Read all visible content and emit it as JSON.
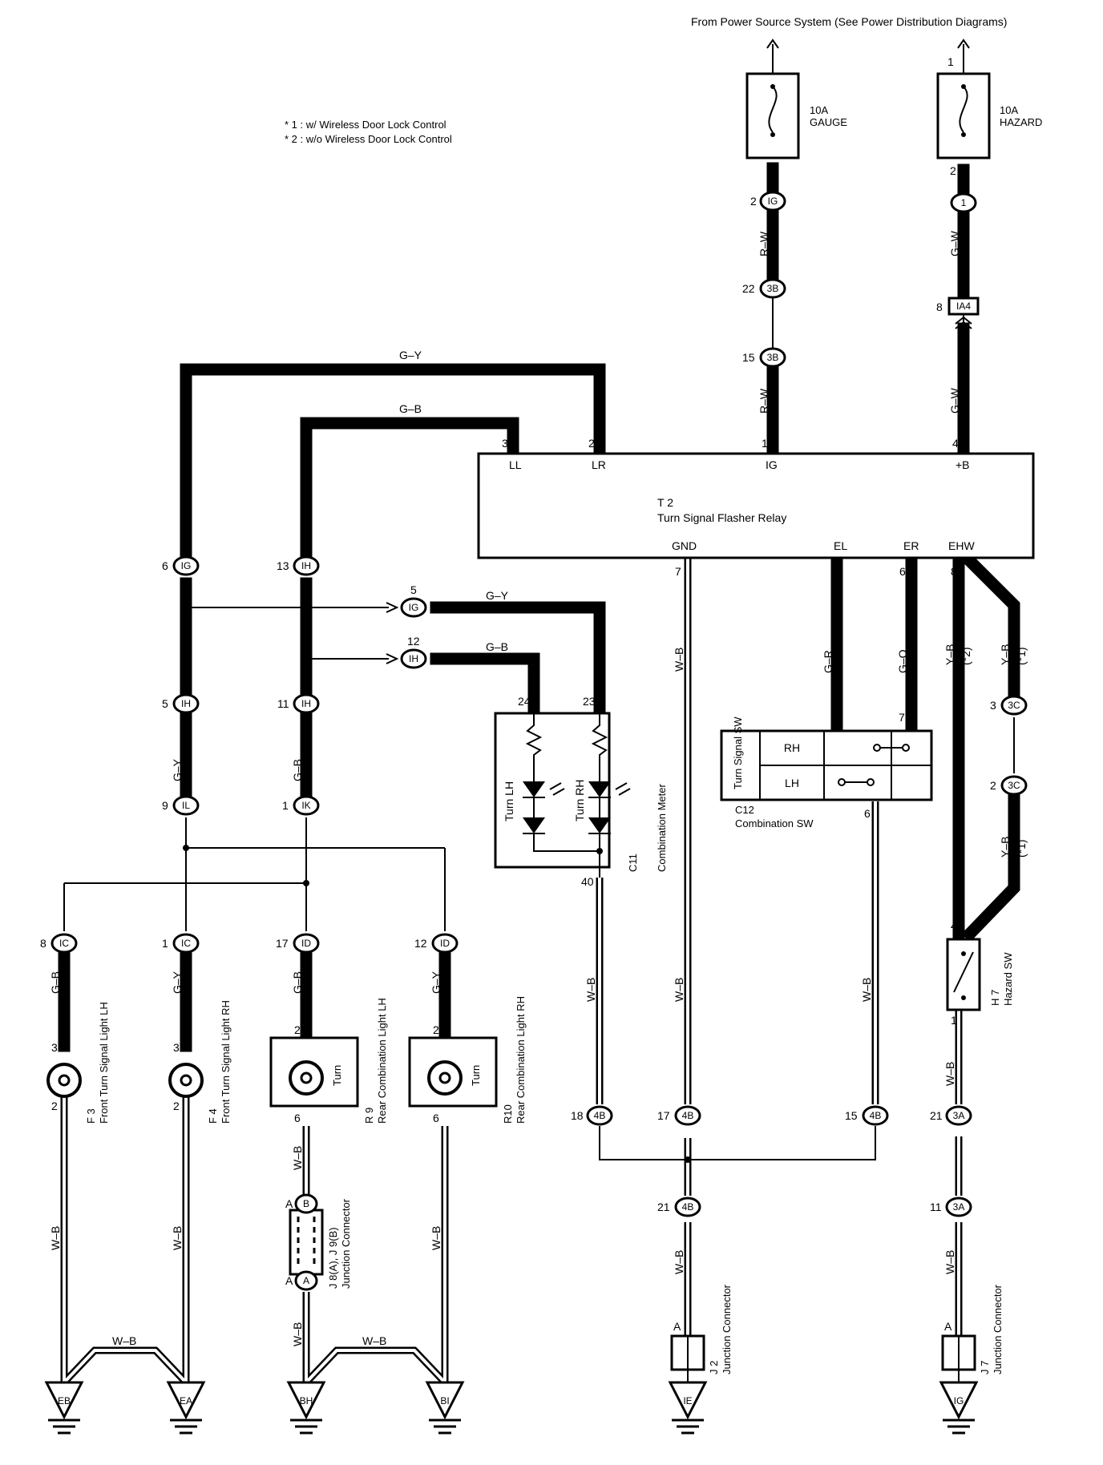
{
  "header": {
    "power_source": "From Power Source System (See Power Distribution Diagrams)",
    "note1": "* 1 : w/ Wireless Door Lock Control",
    "note2": "* 2 : w/o Wireless Door Lock Control"
  },
  "fuses": [
    {
      "rating": "10A",
      "name": "GAUGE"
    },
    {
      "rating": "10A",
      "name": "HAZARD"
    }
  ],
  "relay": {
    "id": "T 2",
    "name": "Turn Signal Flasher Relay",
    "terminals": {
      "ll": "LL",
      "lr": "LR",
      "ig": "IG",
      "b": "+B",
      "gnd": "GND",
      "el": "EL",
      "er": "ER",
      "ehw": "EHW"
    }
  },
  "meter": {
    "id": "C11",
    "name": "Combination Meter",
    "turn_lh": "Turn LH",
    "turn_rh": "Turn RH"
  },
  "combo_sw": {
    "id": "C12",
    "name": "Combination SW",
    "label": "Turn Signal SW",
    "rh": "RH",
    "lh": "LH"
  },
  "hazard_sw": {
    "id": "H 7",
    "name": "Hazard SW"
  },
  "lights": [
    {
      "id": "F 3",
      "name": "Front Turn Signal Light LH"
    },
    {
      "id": "F 4",
      "name": "Front Turn Signal Light RH"
    },
    {
      "id": "R 9",
      "name": "Rear Combination Light LH",
      "inner": "Turn"
    },
    {
      "id": "R10",
      "name": "Rear Combination Light RH",
      "inner": "Turn"
    }
  ],
  "junctions": [
    {
      "id": "J 8(A), J 9(B)",
      "name": "Junction Connector"
    },
    {
      "id": "J 2",
      "name": "Junction Connector"
    },
    {
      "id": "J 7",
      "name": "Junction Connector"
    }
  ],
  "grounds": [
    "EB",
    "EA",
    "BH",
    "BI",
    "IE",
    "IG"
  ],
  "connectors": {
    "ig_top": "IG",
    "c1": "1",
    "b3_22": "3B",
    "b3_15": "3B",
    "ia4": "IA4",
    "ig6": "IG",
    "ih13": "IH",
    "ig5": "IG",
    "ih12": "IH",
    "ih5": "IH",
    "ih11": "IH",
    "il9": "IL",
    "ik1": "IK",
    "ic8": "IC",
    "ic1": "IC",
    "id17": "ID",
    "id12": "ID",
    "c3c3": "3C",
    "c3c2": "3C",
    "b4_18": "4B",
    "b4_17": "4B",
    "b4_15": "4B",
    "b4_21": "4B",
    "a3_21": "3A",
    "a3_11": "3A",
    "jb": "B",
    "ja": "A"
  },
  "wires": {
    "gy": "G–Y",
    "gb": "G–B",
    "rw": "R–W",
    "gw": "G–W",
    "wb": "W–B",
    "gr": "G–R",
    "go": "G–O",
    "yb": "Y–B",
    "star2": "(*2)",
    "star1": "(*1)"
  },
  "pins": {
    "p1": "1",
    "p2": "2",
    "p3": "3",
    "p4": "4",
    "p5": "5",
    "p6": "6",
    "p7": "7",
    "p8": "8",
    "p9": "9",
    "p11": "11",
    "p12": "12",
    "p13": "13",
    "p15": "15",
    "p17": "17",
    "p18": "18",
    "p21": "21",
    "p22": "22",
    "p23": "23",
    "p24": "24",
    "p40": "40",
    "pa": "A"
  }
}
